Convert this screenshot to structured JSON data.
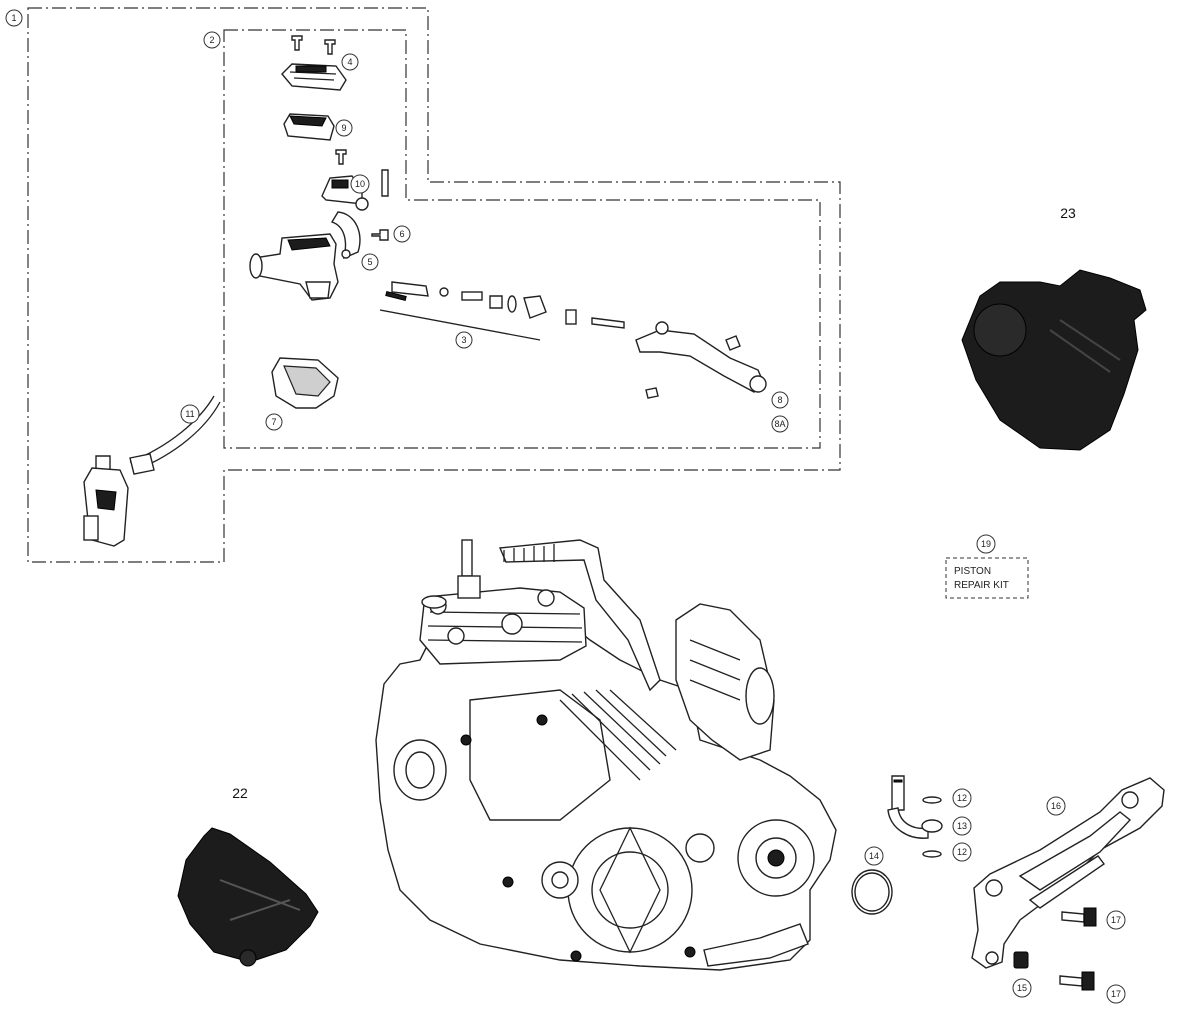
{
  "callouts": {
    "c1": "1",
    "c2": "2",
    "c3": "3",
    "c4": "4",
    "c5": "5",
    "c6": "6",
    "c7": "7",
    "c8": "8",
    "c8a": "8A",
    "c9": "9",
    "c10": "10",
    "c11": "11",
    "c12a": "12",
    "c12b": "12",
    "c13": "13",
    "c14": "14",
    "c15": "15",
    "c16": "16",
    "c17a": "17",
    "c17b": "17",
    "c19": "19"
  },
  "labels": {
    "part22": "22",
    "part23": "23"
  },
  "piston_kit": {
    "line1": "PISTON",
    "line2": "REPAIR KIT"
  }
}
